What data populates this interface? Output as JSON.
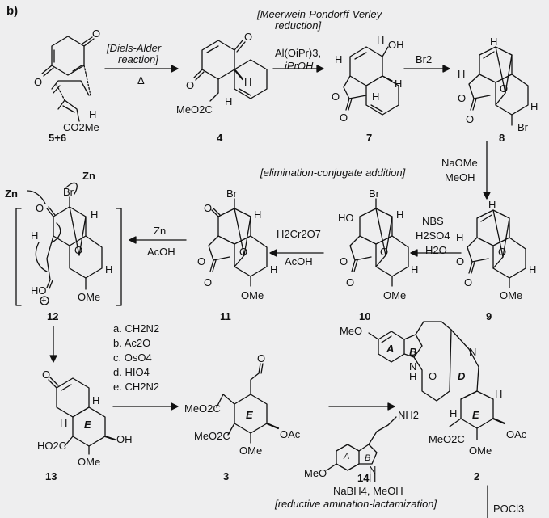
{
  "panel_label": "b)",
  "reactions": {
    "da_name": "[Diels-Alder",
    "da_name2": "reaction]",
    "da_cond": "Δ",
    "mpv_name": "[Meerwein-Pondorff-Verley",
    "mpv_name2": "reduction]",
    "mpv_reagent": "Al(OiPr)3,",
    "mpv_solvent": "iPrOH",
    "br2": "Br2",
    "naome": "NaOMe",
    "meoh": "MeOH",
    "elim_name": "[elimination-conjugate addition]",
    "nbs": "NBS",
    "h2so4": "H2SO4",
    "h2o": "H2O",
    "h2cr2o7": "H2Cr2O7",
    "acoh1": "AcOH",
    "zn_reagent": "Zn",
    "acoh2": "AcOH",
    "steps": [
      "a. CH2N2",
      "b. Ac2O",
      "c. OsO4",
      "d. HIO4",
      "e. CH2N2"
    ],
    "nabh4": "NaBH4, MeOH",
    "ram_name": "[reductive amination-lactamization]",
    "pocl3": "POCl3"
  },
  "compounds": {
    "c56": "5+6",
    "c4": "4",
    "c7": "7",
    "c8": "8",
    "c9": "9",
    "c10": "10",
    "c11": "11",
    "c12": "12",
    "c13": "13",
    "c3": "3",
    "c14": "14",
    "c2": "2"
  },
  "atoms": {
    "co2me": "CO2Me",
    "meo2c": "MeO2C",
    "oh": "OH",
    "ho": "HO",
    "br": "Br",
    "ome": "OMe",
    "oac": "OAc",
    "ho2c": "HO2C",
    "nh2": "NH2",
    "meo": "MeO",
    "zn": "Zn",
    "h": "H",
    "o": "O",
    "n": "N",
    "nh": "H",
    "ring_a": "A",
    "ring_b": "B",
    "ring_d": "D",
    "ring_e": "E",
    "plus": "+"
  }
}
